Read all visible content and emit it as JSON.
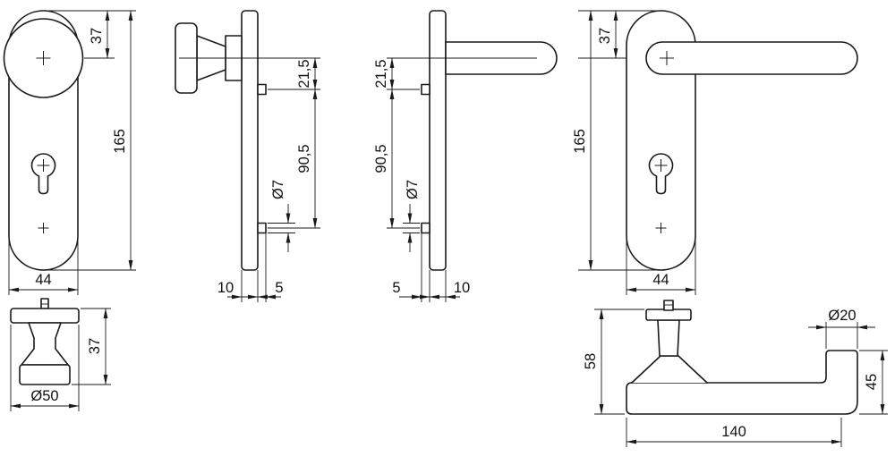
{
  "drawing": {
    "background": "#ffffff",
    "line_color": "#1a1a1a"
  },
  "figures": {
    "knob_plate_front": {
      "dims": {
        "knob_axis_offset": "37",
        "plate_height": "165",
        "plate_width": "44"
      }
    },
    "knob_plate_side": {
      "dims": {
        "plate_thickness": "10",
        "stud_length": "5",
        "axis_to_upper_stud": "21,5",
        "stud_spacing": "90,5",
        "stud_diameter": "Ø7"
      }
    },
    "lever_plate_side": {
      "dims": {
        "axis_to_upper_stud": "21,5",
        "stud_spacing": "90,5",
        "stud_diameter": "Ø7",
        "stud_length": "5",
        "plate_thickness": "10"
      }
    },
    "lever_plate_front": {
      "dims": {
        "lever_axis_offset": "37",
        "plate_height": "165",
        "plate_width": "44"
      }
    },
    "knob_detail": {
      "dims": {
        "height": "37",
        "diameter": "Ø50"
      }
    },
    "lever_detail": {
      "dims": {
        "neck_length": "58",
        "grip_diameter": "Ø20",
        "return_depth": "45",
        "grip_length": "140"
      }
    }
  }
}
